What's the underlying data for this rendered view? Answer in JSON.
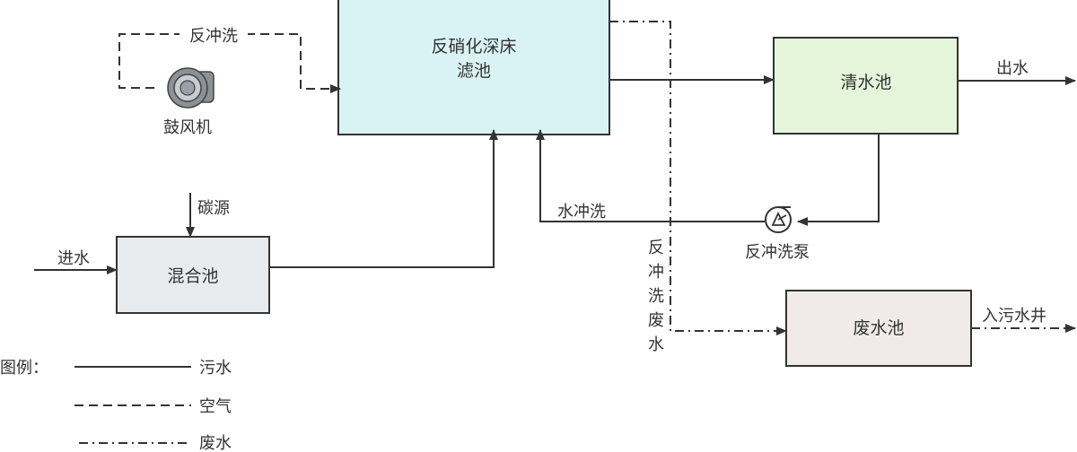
{
  "units": {
    "denitrification_filter": {
      "line1": "反硝化深床",
      "line2": "滤池"
    },
    "clear_water_tank": "清水池",
    "mixing_tank": "混合池",
    "waste_water_tank": "废水池"
  },
  "equipment": {
    "blower": "鼓风机",
    "backwash_pump": "反冲洗泵"
  },
  "flow_labels": {
    "air_backwash": "反冲洗",
    "carbon_source": "碳源",
    "inflow": "进水",
    "outflow": "出水",
    "water_backwash": "水冲洗",
    "backwash_waste": [
      "反",
      "冲",
      "洗",
      "废",
      "水"
    ],
    "to_sewer_well": "入污水井"
  },
  "legend": {
    "title": "图例：",
    "items": [
      {
        "label": "污水",
        "style": "solid"
      },
      {
        "label": "空气",
        "style": "dashed"
      },
      {
        "label": "废水",
        "style": "dash-dot"
      }
    ]
  },
  "colors": {
    "filter_fill": "#d9f3f4",
    "clear_water_fill": "#e4f5d9",
    "mixing_fill": "#e8ebed",
    "waste_fill": "#f0ebea",
    "line": "#333333"
  }
}
